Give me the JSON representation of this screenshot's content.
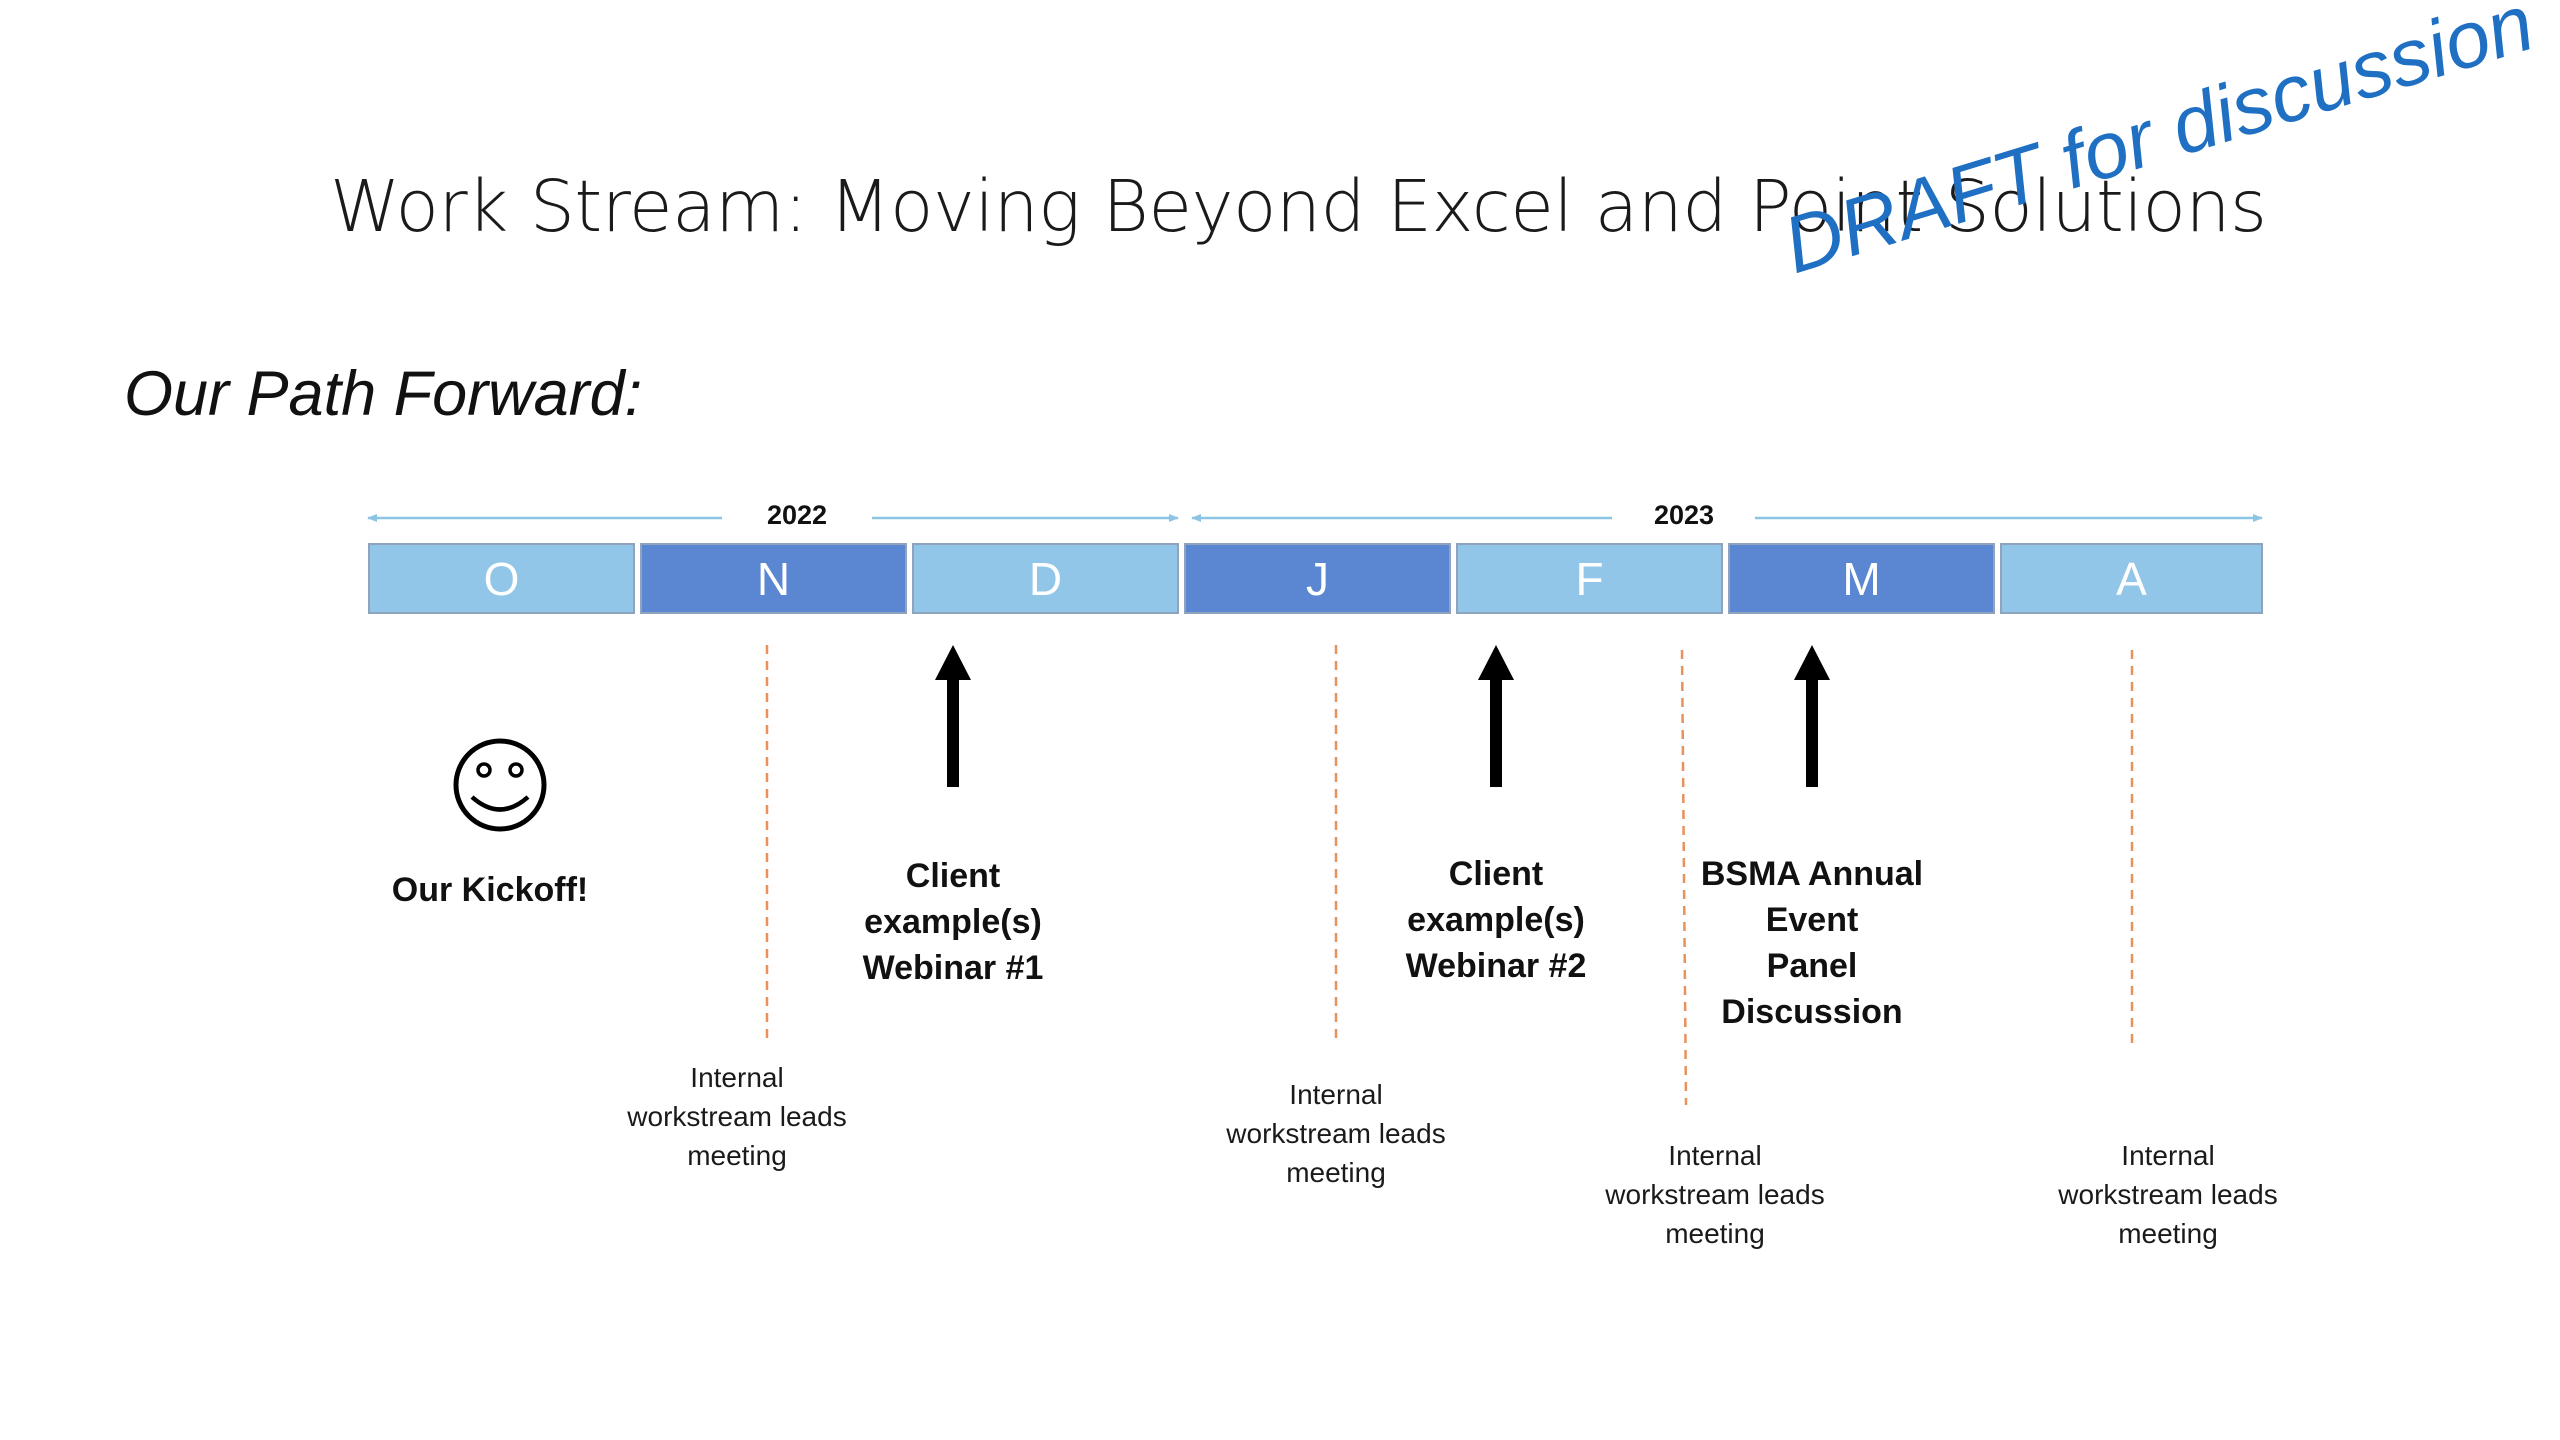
{
  "title": "Work Stream: Moving Beyond Excel and Point Solutions",
  "subtitle": "Our Path Forward:",
  "watermark": "DRAFT for discussion",
  "colors": {
    "month_light": "#91C6E8",
    "month_dark": "#5B87D2",
    "milestone_line": "#E8915A",
    "span_arrow": "#8CC4E4",
    "watermark": "#1F6FC3"
  },
  "timeline": {
    "years": [
      {
        "label": "2022"
      },
      {
        "label": "2023"
      }
    ],
    "months": [
      "O",
      "N",
      "D",
      "J",
      "F",
      "M",
      "A"
    ]
  },
  "events": {
    "kickoff": {
      "icon": "smiley-face-icon",
      "label": "Our Kickoff!"
    },
    "webinar1": [
      "Client",
      "example(s)",
      "Webinar #1"
    ],
    "webinar2": [
      "Client",
      "example(s)",
      "Webinar #2"
    ],
    "bsma": [
      "BSMA Annual",
      "Event",
      "Panel",
      "Discussion"
    ]
  },
  "meetings": [
    [
      "Internal",
      "workstream leads",
      "meeting"
    ],
    [
      "Internal",
      "workstream leads",
      "meeting"
    ],
    [
      "Internal",
      "workstream leads",
      "meeting"
    ],
    [
      "Internal",
      "workstream leads",
      "meeting"
    ]
  ]
}
